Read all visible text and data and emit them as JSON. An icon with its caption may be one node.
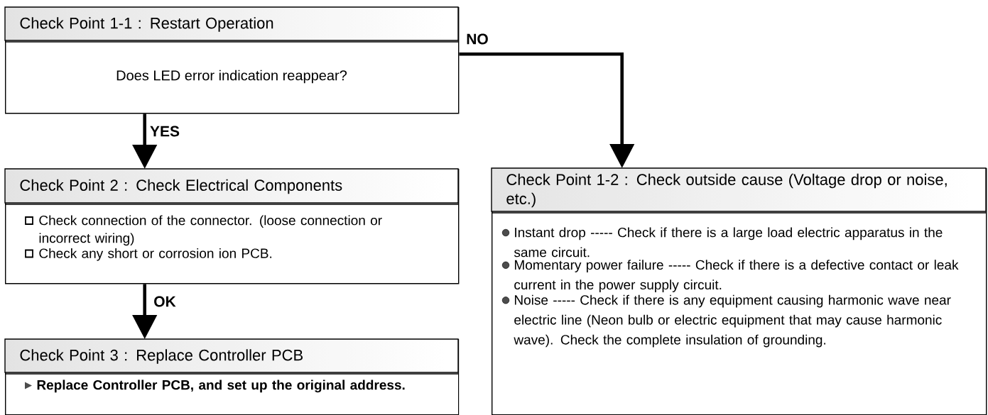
{
  "diagram": {
    "nodes": [
      {
        "text": [
          "Check Point 1-1 : Restart Operation",
          "Does LED error indication reappear?"
        ]
      },
      {
        "text": [
          "Check Point 2 : Check Electrical Components",
          "Check connection of the connector. (loose connection or incorrect wiring)",
          "Check any short or corrosion ion PCB."
        ]
      },
      {
        "text": [
          "Check Point 3 : Replace Controller PCB",
          "Replace Controller PCB, and set up the original address."
        ]
      },
      {
        "text": [
          "Check Point 1-2 : Check outside cause (Voltage drop or noise, etc.)",
          "Instant drop ----- Check if there is a large load electric apparatus in the same circuit.",
          "Momentary power failure ----- Check if there is a defective contact or leak current in the power supply circuit.",
          "Noise ----- Check if there is any equipment causing harmonic wave near electric line (Neon bulb or electric equipment that may cause harmonic wave). Check the complete insulation of grounding."
        ]
      }
    ],
    "edges": [
      {
        "from": 0,
        "to": 1,
        "arrow": "to",
        "label": "YES"
      },
      {
        "from": 1,
        "to": 2,
        "arrow": "to",
        "label": "OK"
      },
      {
        "from": 0,
        "to": 3,
        "arrow": "to",
        "label": "NO"
      }
    ]
  }
}
